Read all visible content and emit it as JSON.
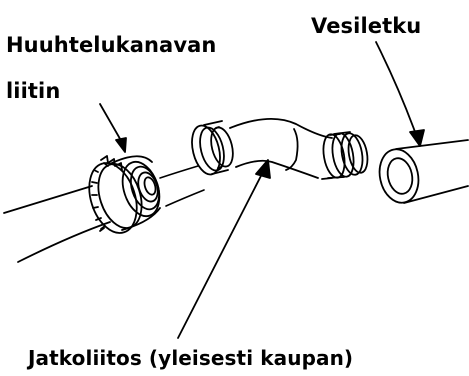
{
  "labels": {
    "flush_connector_line1": "Huuhtelukanavan",
    "flush_connector_line2": "liitin",
    "water_hose": "Vesiletku",
    "extension_joint": "Jatkoliitos (yleisesti kaupan)"
  },
  "colors": {
    "line": "#000000",
    "background": "#ffffff"
  }
}
